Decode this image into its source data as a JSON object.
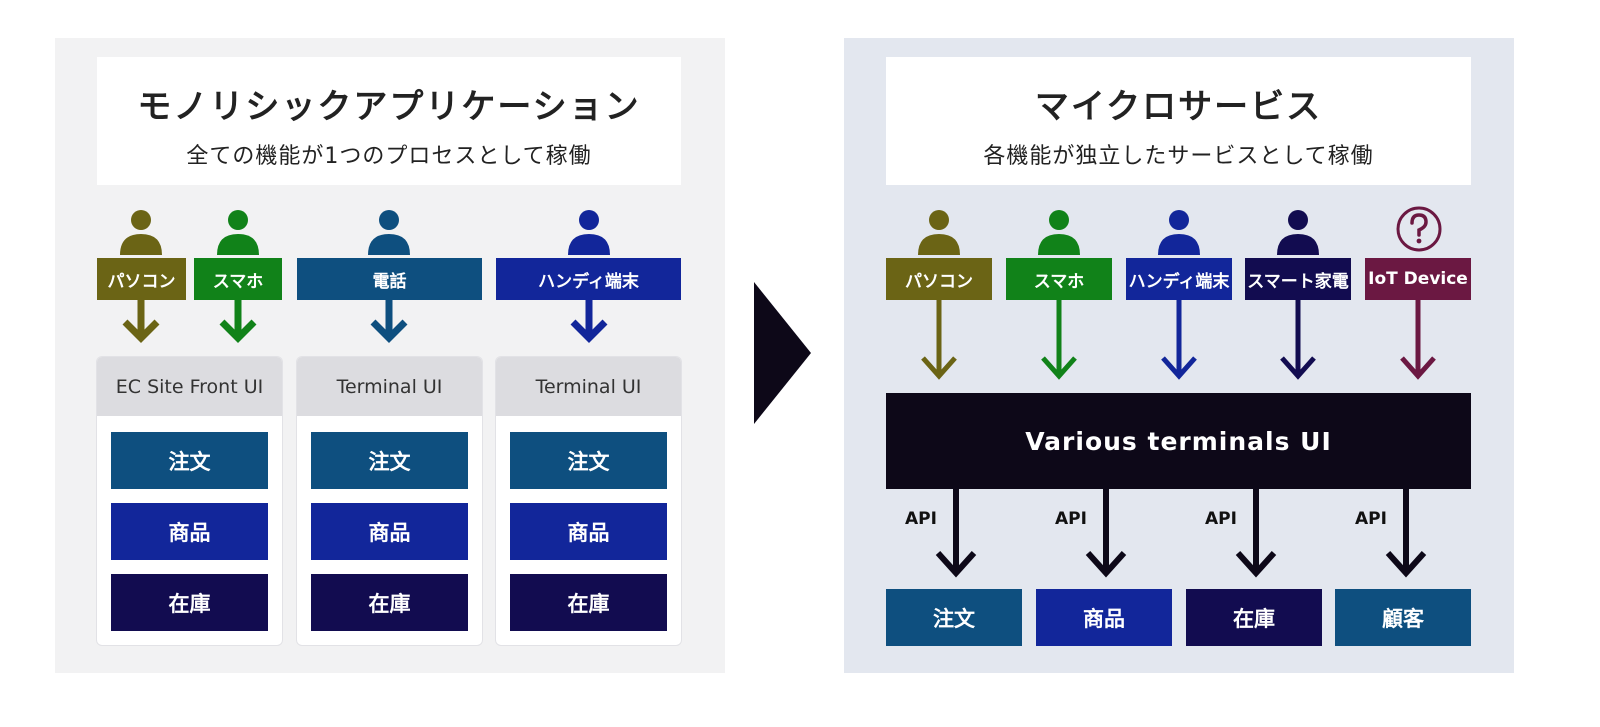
{
  "colors": {
    "pc": "#6b6415",
    "smartphone": "#118219",
    "phone": "#0e4f7f",
    "handy": "#12269a",
    "smart_appliance": "#120c50",
    "iot": "#6b1842",
    "order": "#0e4f7f",
    "product": "#12269a",
    "inventory": "#120c50",
    "customer": "#0e4f7f",
    "arrow_transition": "#0d0818",
    "bar": "#0d0818"
  },
  "left": {
    "title": "モノリシックアプリケーション",
    "subtitle": "全ての機能が1つのプロセスとして稼働",
    "devices": [
      {
        "label": "パソコン",
        "icon": "person-icon",
        "color": "#6b6415"
      },
      {
        "label": "スマホ",
        "icon": "person-icon",
        "color": "#118219"
      },
      {
        "label": "電話",
        "icon": "person-icon",
        "color": "#0e4f7f"
      },
      {
        "label": "ハンディ端末",
        "icon": "person-icon",
        "color": "#12269a"
      }
    ],
    "columns": [
      {
        "header": "EC Site Front UI",
        "modules": [
          "注文",
          "商品",
          "在庫"
        ]
      },
      {
        "header": "Terminal UI",
        "modules": [
          "注文",
          "商品",
          "在庫"
        ]
      },
      {
        "header": "Terminal UI",
        "modules": [
          "注文",
          "商品",
          "在庫"
        ]
      }
    ]
  },
  "right": {
    "title": "マイクロサービス",
    "subtitle": "各機能が独立したサービスとして稼働",
    "devices": [
      {
        "label": "パソコン",
        "icon": "person-icon",
        "color": "#6b6415"
      },
      {
        "label": "スマホ",
        "icon": "person-icon",
        "color": "#118219"
      },
      {
        "label": "ハンディ端末",
        "icon": "person-icon",
        "color": "#12269a"
      },
      {
        "label": "スマート家電",
        "icon": "person-icon",
        "color": "#120c50"
      },
      {
        "label": "IoT Device",
        "icon": "question-circle-icon",
        "color": "#6b1842"
      }
    ],
    "ui_bar": "Various terminals UI",
    "api_label": "API",
    "services": [
      {
        "label": "注文",
        "color": "#0e4f7f"
      },
      {
        "label": "商品",
        "color": "#12269a"
      },
      {
        "label": "在庫",
        "color": "#120c50"
      },
      {
        "label": "顧客",
        "color": "#0e4f7f"
      }
    ]
  }
}
